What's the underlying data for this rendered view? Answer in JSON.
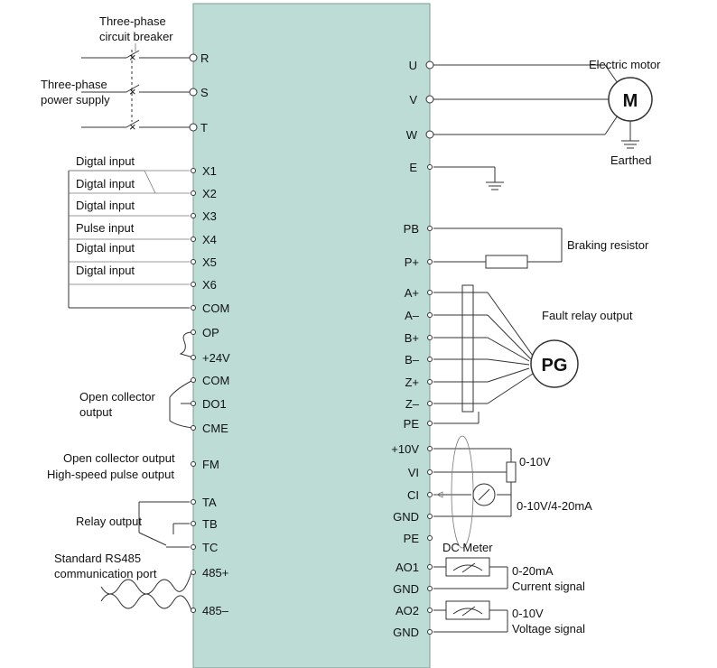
{
  "colors": {
    "panel": "#bcdcd5",
    "panel_border": "#7a9b95",
    "wire": "#333333"
  },
  "left_labels": {
    "breaker": [
      "Three-phase",
      "circuit breaker"
    ],
    "power": [
      "Three-phase",
      "power supply"
    ],
    "x1": "Digtal input",
    "x2": "Digtal input",
    "x3": "Digtal input",
    "x4": "Pulse input",
    "x5": "Digtal input",
    "x6": "Digtal input",
    "open_collector": [
      "Open collector",
      "output"
    ],
    "fm1": "Open collector output",
    "fm2": "High-speed pulse output",
    "relay": "Relay output",
    "rs485": [
      "Standard RS485",
      "communication port"
    ]
  },
  "left_terminals": {
    "R": "R",
    "S": "S",
    "T": "T",
    "X1": "X1",
    "X2": "X2",
    "X3": "X3",
    "X4": "X4",
    "X5": "X5",
    "X6": "X6",
    "COM1": "COM",
    "OP": "OP",
    "P24V": "+24V",
    "COM2": "COM",
    "DO1": "DO1",
    "CME": "CME",
    "FM": "FM",
    "TA": "TA",
    "TB": "TB",
    "TC": "TC",
    "R485P": "485+",
    "R485N": "485–"
  },
  "right_terminals": {
    "U": "U",
    "V": "V",
    "W": "W",
    "E": "E",
    "PB": "PB",
    "PP": "P+",
    "AP": "A+",
    "AN": "A–",
    "BP": "B+",
    "BN": "B–",
    "ZP": "Z+",
    "ZN": "Z–",
    "PE1": "PE",
    "P10V": "+10V",
    "VI": "VI",
    "CI": "CI",
    "GND1": "GND",
    "PE2": "PE",
    "AO1": "AO1",
    "GND2": "GND",
    "AO2": "AO2",
    "GND3": "GND"
  },
  "right_labels": {
    "motor": "Electric motor",
    "motor_symbol": "M",
    "earthed": "Earthed",
    "braking": "Braking resistor",
    "fault_relay": "Fault relay output",
    "pg": "PG",
    "v10": "0-10V",
    "v10_20": "0-10V/4-20mA",
    "dc_meter": "DC Meter",
    "ma20": "0-20mA",
    "current": "Current signal",
    "v10b": "0-10V",
    "voltage": "Voltage signal"
  }
}
